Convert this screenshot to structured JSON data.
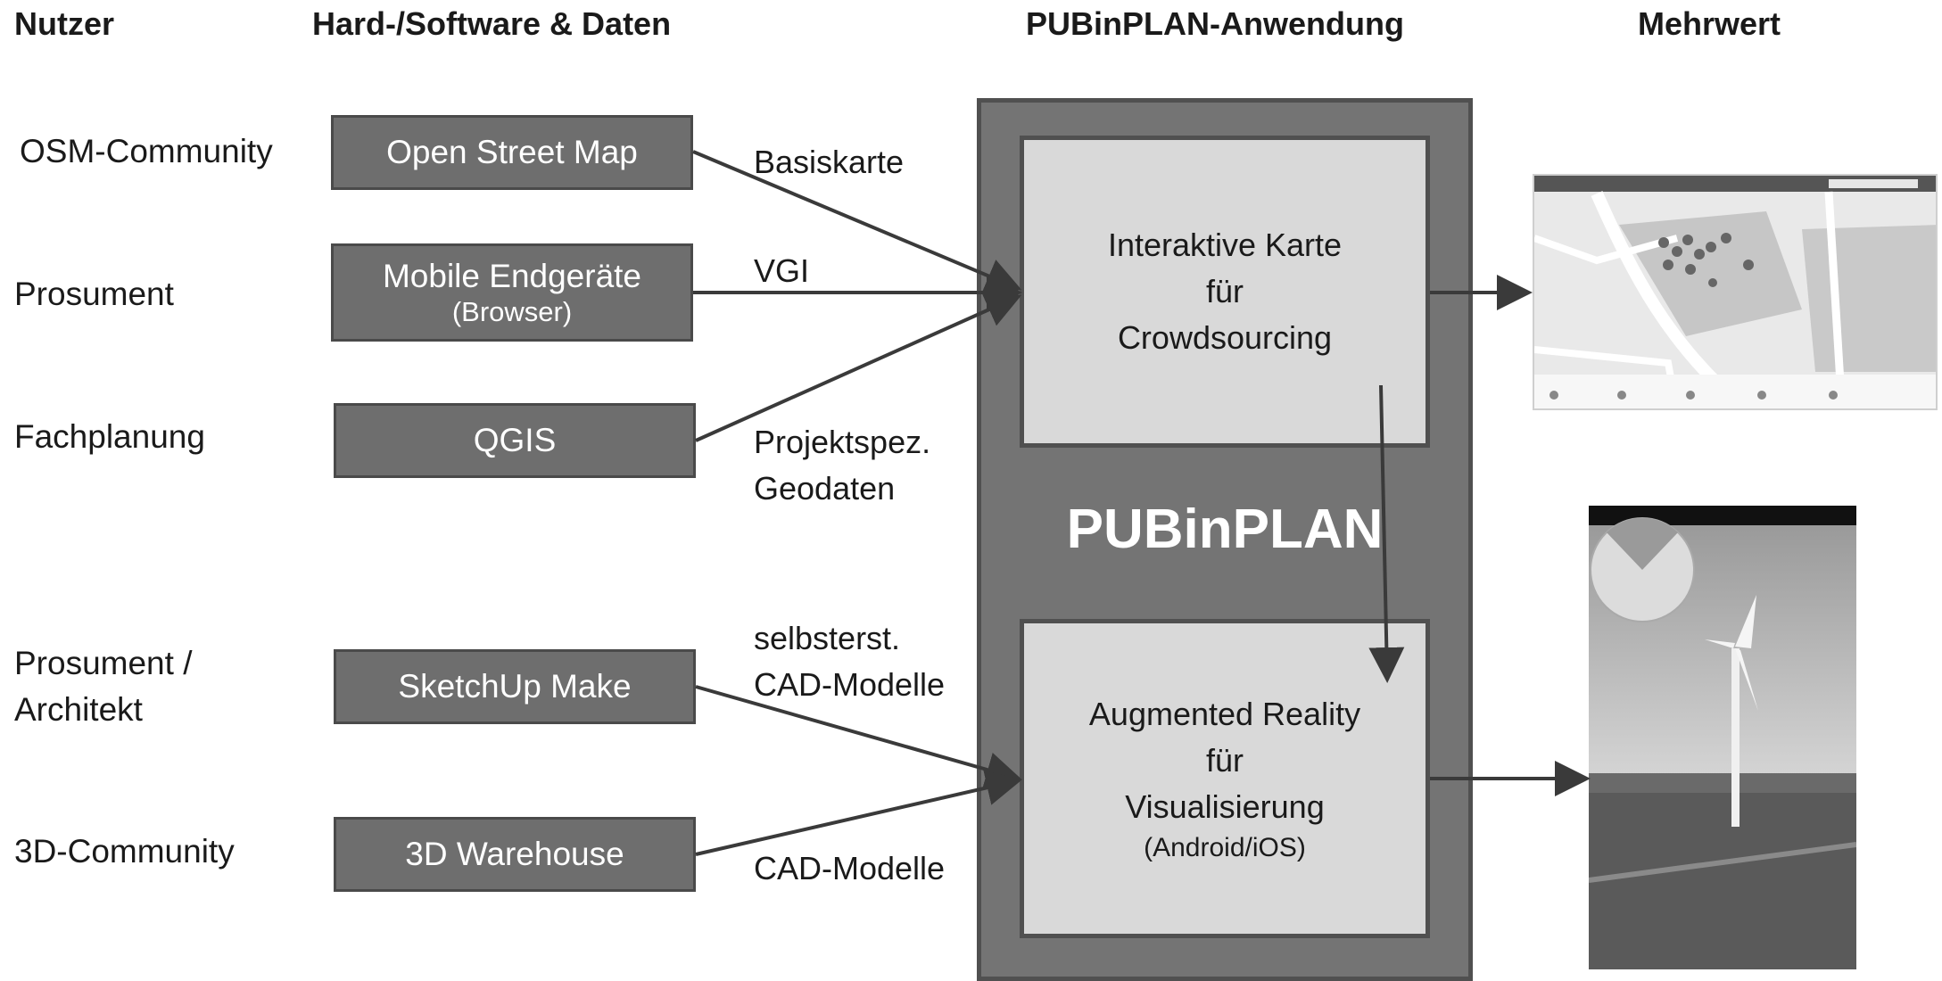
{
  "headers": {
    "users": "Nutzer",
    "hardware": "Hard-/Software & Daten",
    "application": "PUBinPLAN-Anwendung",
    "value": "Mehrwert"
  },
  "users": {
    "osm": "OSM-Community",
    "prosument": "Prosument",
    "fachplanung": "Fachplanung",
    "prosument_architekt_1": "Prosument /",
    "prosument_architekt_2": "Architekt",
    "community_3d": "3D-Community"
  },
  "sources": {
    "osm": "Open Street Map",
    "mobile": "Mobile Endgeräte",
    "mobile_sub": "(Browser)",
    "qgis": "QGIS",
    "sketchup": "SketchUp Make",
    "warehouse": "3D Warehouse"
  },
  "flows": {
    "basiskarte": "Basiskarte",
    "vgi": "VGI",
    "projektspez_1": "Projektspez.",
    "projektspez_2": "Geodaten",
    "selbsterst_1": "selbsterst.",
    "selbsterst_2": "CAD-Modelle",
    "cad": "CAD-Modelle"
  },
  "app": {
    "brand": "PUBinPLAN",
    "map_box": [
      "Interaktive Karte",
      "für",
      "Crowdsourcing"
    ],
    "ar_box": [
      "Augmented Reality",
      "für",
      "Visualisierung"
    ],
    "ar_platform": "(Android/iOS)"
  },
  "colors": {
    "box_fill": "#6e6e6e",
    "outer_fill": "#747474",
    "inner_fill": "#d9d9d9",
    "arrow": "#3a3a3a"
  }
}
